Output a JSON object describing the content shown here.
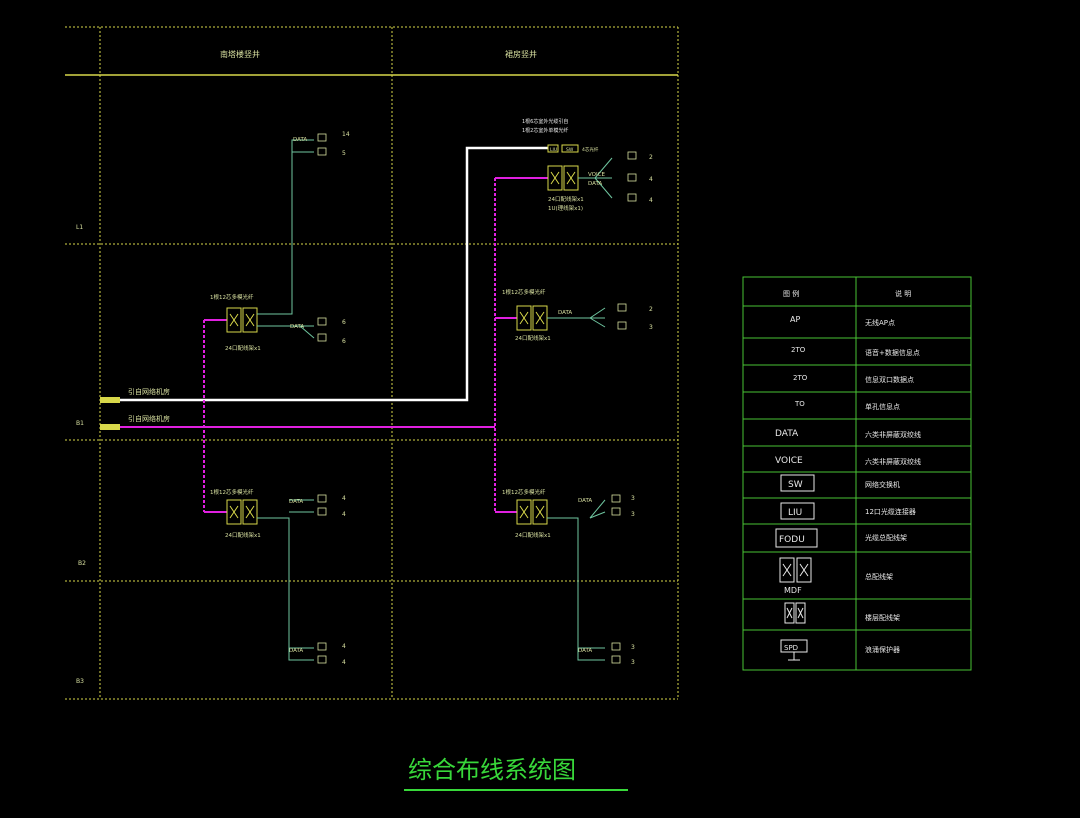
{
  "title": "综合布线系统图",
  "columns": [
    "南塔楼竖井",
    "裙房竖井"
  ],
  "floors": [
    "L1",
    "B1",
    "B2",
    "B3"
  ],
  "incoming": [
    "引自网络机房",
    "引自网络机房"
  ],
  "colors": {
    "frame": "#d8d84a",
    "line": "#6fc6a0",
    "white": "#ffffff",
    "magenta": "#e020e0",
    "legend": "#49c234",
    "title": "#38d83a"
  },
  "panels": {
    "l1_top": {
      "note1": "1根6芯室外光缆引自",
      "note2": "1根2芯室外单模光纤",
      "caption1": "24口配线架x1",
      "caption2": "1U(理线架x1)",
      "sw": "SW",
      "liu": "LIU",
      "fodu": "4芯光纤"
    },
    "south_mid": {
      "note": "1根12芯多模光纤",
      "caption": "24口配线架x1"
    },
    "podium_mid": {
      "note": "1根12芯多模光纤",
      "caption": "24口配线架x1"
    },
    "south_b2": {
      "note": "1根12芯多模光纤",
      "caption": "24口配线架x1"
    },
    "podium_b2": {
      "note": "1根12芯多模光纤",
      "caption": "24口配线架x1"
    }
  },
  "outlets": {
    "s_top": {
      "label": "DATA",
      "a": "14",
      "b": "5"
    },
    "s_mid": {
      "label": "DATA",
      "a": "6",
      "b": "6"
    },
    "s_b2": {
      "label": "DATA",
      "a": "4",
      "b": "4"
    },
    "s_b3": {
      "label": "DATA",
      "a": "4",
      "b": "4"
    },
    "p_top": {
      "voice": "VOICE",
      "data": "DATA",
      "a": "2",
      "b": "4",
      "c": "4"
    },
    "p_mid": {
      "label": "DATA",
      "a": "2",
      "b": "3"
    },
    "p_b2": {
      "label": "DATA",
      "a": "3",
      "b": "3"
    },
    "p_b3": {
      "label": "DATA",
      "a": "3",
      "b": "3"
    }
  },
  "legend": {
    "headers": [
      "图 例",
      "说  明"
    ],
    "rows": [
      {
        "symbol": "AP",
        "desc": "无线AP点"
      },
      {
        "symbol": "2TO",
        "desc": "语音+数据信息点"
      },
      {
        "symbol": "2TO",
        "desc": "信息双口数据点"
      },
      {
        "symbol": "TO",
        "desc": "单孔信息点"
      },
      {
        "symbol": "DATA",
        "desc": "六类非屏蔽双绞线"
      },
      {
        "symbol": "VOICE",
        "desc": "六类非屏蔽双绞线"
      },
      {
        "symbol": "SW",
        "desc": "网络交换机"
      },
      {
        "symbol": "LIU",
        "desc": "12口光缆连接器"
      },
      {
        "symbol": "FODU",
        "desc": "光缆总配线架"
      },
      {
        "symbol": "MDF",
        "desc": "总配线架"
      },
      {
        "symbol": "",
        "desc": "楼层配线架"
      },
      {
        "symbol": "SPD",
        "desc": "浪涌保护器"
      }
    ]
  }
}
